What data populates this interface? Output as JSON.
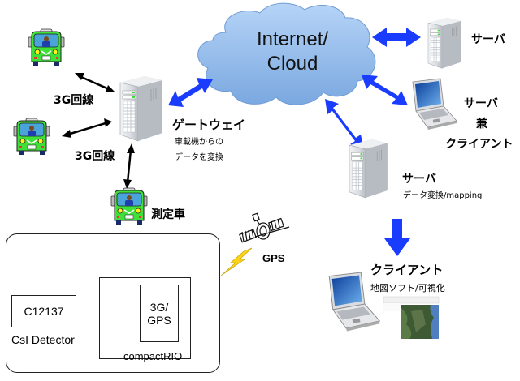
{
  "cloud": {
    "line1": "Internet/",
    "line2": "Cloud"
  },
  "links": {
    "bus1": "3G回線",
    "bus2": "3G回線"
  },
  "gateway": {
    "title": "ゲートウェイ",
    "desc_line1": "車載機からの",
    "desc_line2": "データを変換"
  },
  "measurement_vehicle": {
    "label": "測定車"
  },
  "server_top": {
    "label": "サーバ"
  },
  "server_client": {
    "line1": "サーバ",
    "line2": "兼",
    "line3": "クライアント"
  },
  "server_mapping": {
    "title": "サーバ",
    "desc": "データ変換/mapping"
  },
  "client": {
    "title": "クライアント",
    "desc": "地図ソフト/可視化"
  },
  "gps": {
    "label": "GPS"
  },
  "device_box": {
    "detector_chip": "C12137",
    "detector_label": "CsI Detector",
    "module_line1": "3G/",
    "module_line2": "GPS",
    "controller_label": "compactRIO"
  },
  "colors": {
    "arrow_blue": "#1a3cff",
    "bus_green": "#3fe03a",
    "cloud_blue": "#9cc2ef"
  }
}
